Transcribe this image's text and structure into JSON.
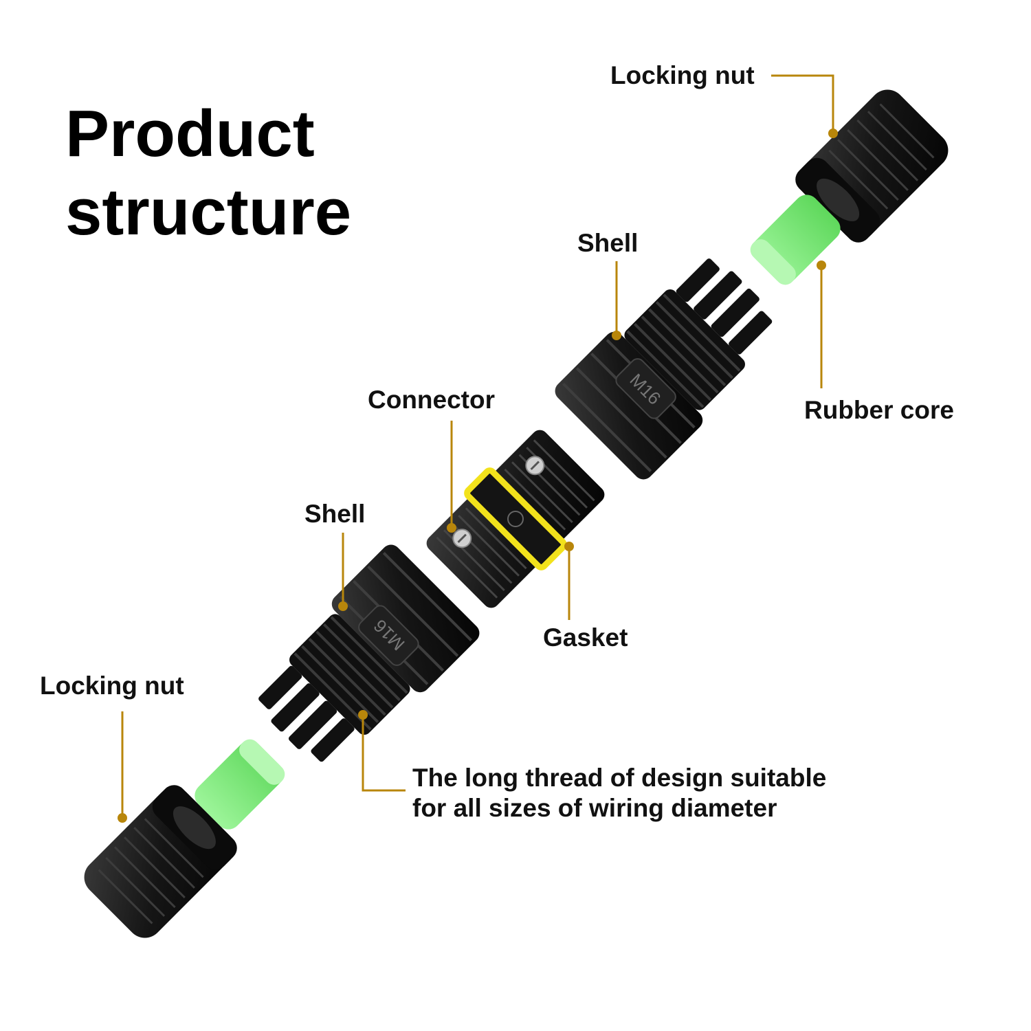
{
  "title": {
    "line1": "Product",
    "line2": "structure"
  },
  "labels": {
    "locking_nut_top": "Locking nut",
    "shell_top": "Shell",
    "rubber_core": "Rubber core",
    "connector": "Connector",
    "shell_bottom": "Shell",
    "gasket": "Gasket",
    "locking_nut_bottom": "Locking nut"
  },
  "thread_note": {
    "line1": "The long thread of design suitable",
    "line2": "for all sizes of wiring diameter"
  },
  "shell_markings": {
    "top": "M16",
    "bottom": "M16"
  },
  "colors": {
    "leader": "#b8860b",
    "part_black": "#1a1a1a",
    "rubber_green": "#7ee87a",
    "gasket_yellow": "#f2e21c",
    "text": "#111111"
  }
}
